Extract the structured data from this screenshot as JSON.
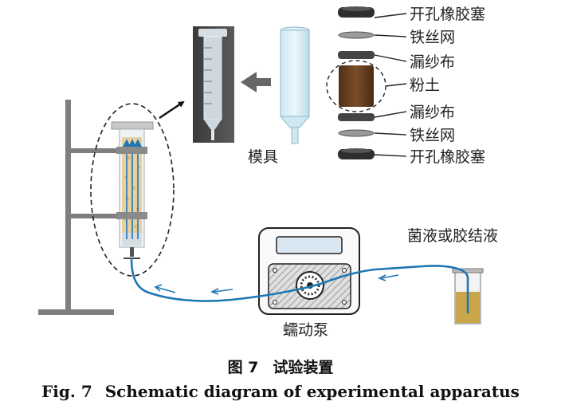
{
  "labels": {
    "stopper_top": "开孔橡胶塞",
    "mesh_top": "铁丝网",
    "gauze_top": "漏纱布",
    "silt": "粉土",
    "gauze_bottom": "漏纱布",
    "mesh_bottom": "铁丝网",
    "stopper_bottom": "开孔橡胶塞",
    "mold": "模具",
    "solution": "菌液或胶结液",
    "pump": "蠕动泵"
  },
  "caption": {
    "cn_number": "图 7",
    "cn_title": "试验装置",
    "en_number": "Fig. 7",
    "en_title": "Schematic diagram of experimental apparatus"
  },
  "colors": {
    "tube": "#1f77b4",
    "stand": "#7f7f7f",
    "soil": "#6b4423",
    "sample": "#e8cfa0",
    "liquid": "#c9a64a"
  }
}
